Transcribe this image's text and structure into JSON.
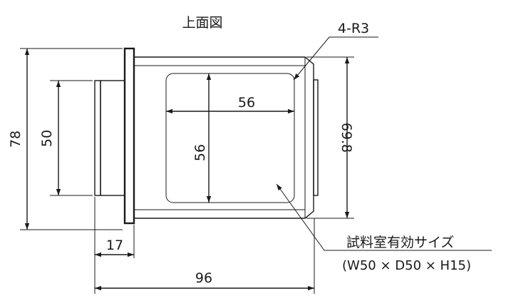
{
  "title": "上面図",
  "callouts": {
    "corner_radius": "4-R3",
    "chamber_label": "試料室有効サイズ",
    "chamber_size": "(W50 × D50 × H15)"
  },
  "dimensions": {
    "outer_height": "78",
    "stem_height": "50",
    "inner_width": "56",
    "inner_depth": "56",
    "body_height": "69.8",
    "flange_offset": "17",
    "overall_length": "96"
  },
  "colors": {
    "line": "#1a1a1a",
    "chamber_fill": "#dcdcdc",
    "background": "#ffffff"
  }
}
